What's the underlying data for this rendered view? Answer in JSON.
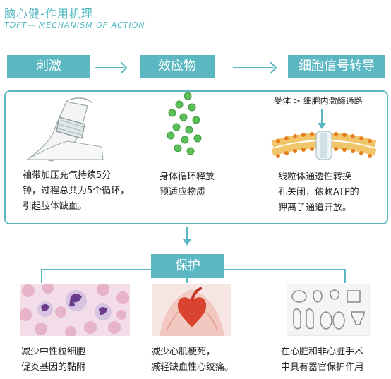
{
  "header": {
    "title_cn": "脑心健-作用机理",
    "title_en": "TDFT— MECHANISM OF ACTION"
  },
  "flow": {
    "steps": [
      "刺激",
      "效应物",
      "细胞信号转导"
    ],
    "receptor_label": "受体 > 细胞内激酶通路",
    "descriptions": [
      [
        "袖带加压充气持续5分",
        "钟，过程总共为5个循环，",
        "引起肢体缺血。"
      ],
      [
        "身体循环释放",
        "预适应物质"
      ],
      [
        "线粒体通透性转换",
        "孔关闭，依赖ATP的",
        "钾离子通道开放。"
      ]
    ]
  },
  "protect": {
    "label": "保护",
    "items": [
      [
        "减少中性粒细胞",
        "促炎基因的黏附"
      ],
      [
        "减少心肌梗死，",
        "减轻缺血性心绞痛。"
      ],
      [
        "在心脏和非心脏手术",
        "中具有器官保护作用"
      ]
    ]
  },
  "colors": {
    "accent": "#5bb8c2",
    "dots": "#5cbf5a",
    "heart": "#d9432f"
  }
}
